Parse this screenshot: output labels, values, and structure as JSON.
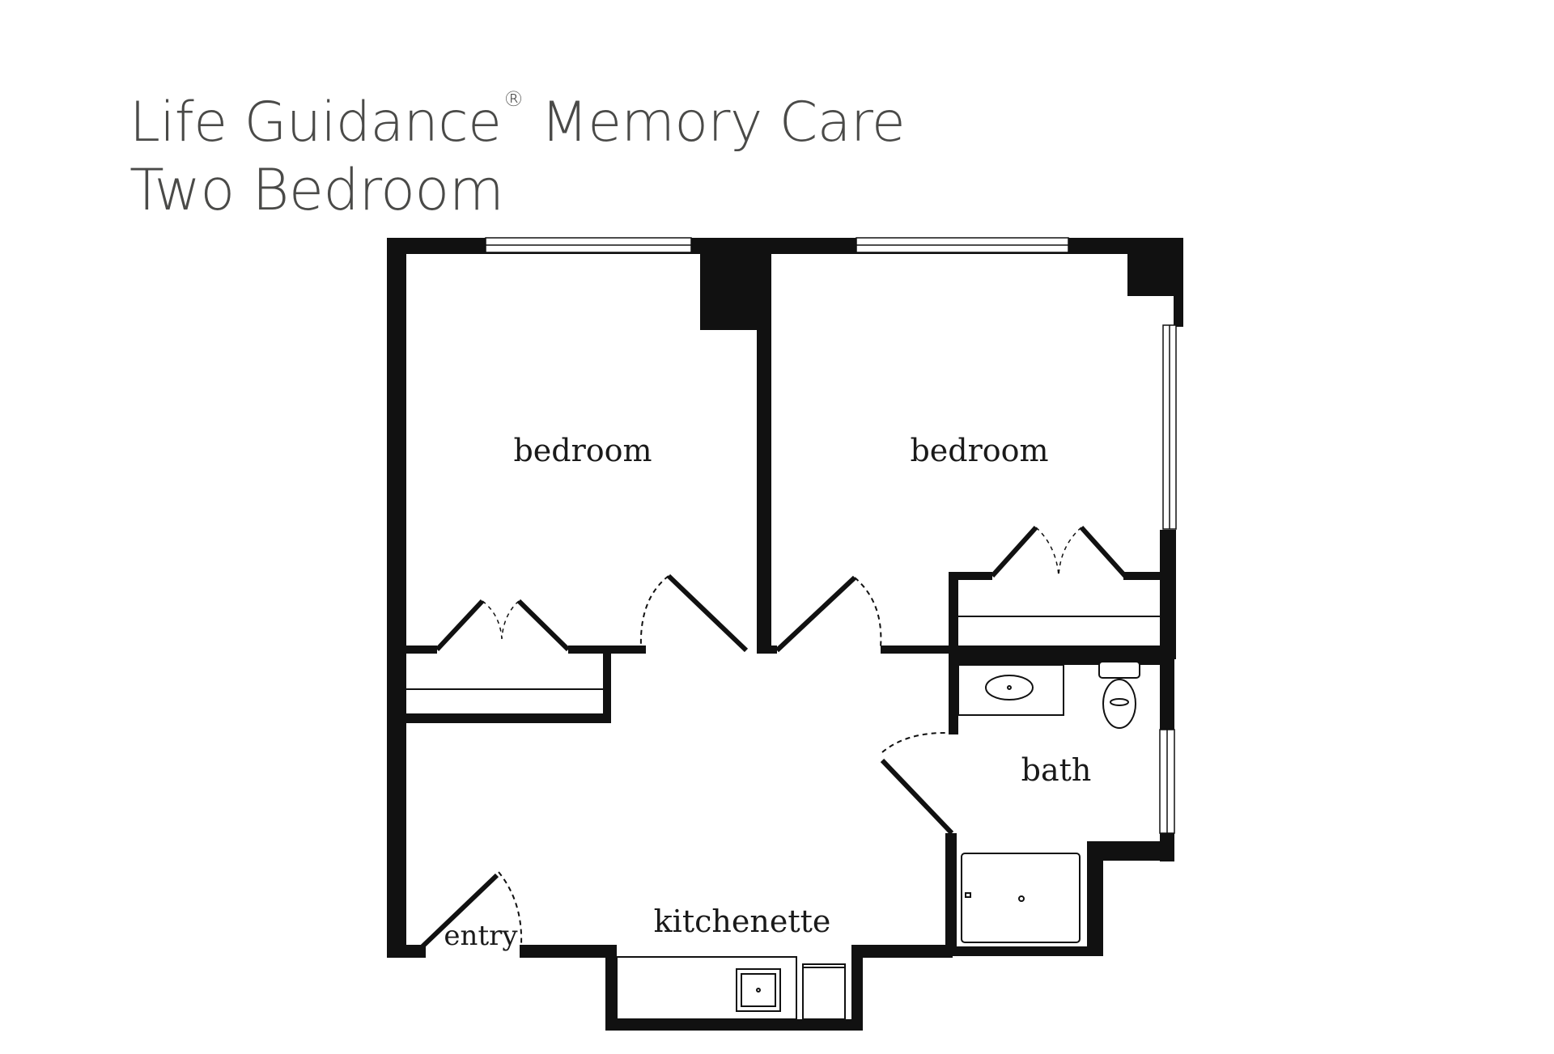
{
  "title": {
    "line1_main": "Life Guidance",
    "line1_mark": "®",
    "line1_rest": " Memory Care",
    "line2": "Two Bedroom"
  },
  "rooms": {
    "bedroom_left": "bedroom",
    "bedroom_right": "bedroom",
    "bath": "bath",
    "kitchenette": "kitchenette",
    "entry": "entry"
  },
  "colors": {
    "wall": "#111111",
    "title": "#4a4a48",
    "label": "#1a1a1a"
  }
}
